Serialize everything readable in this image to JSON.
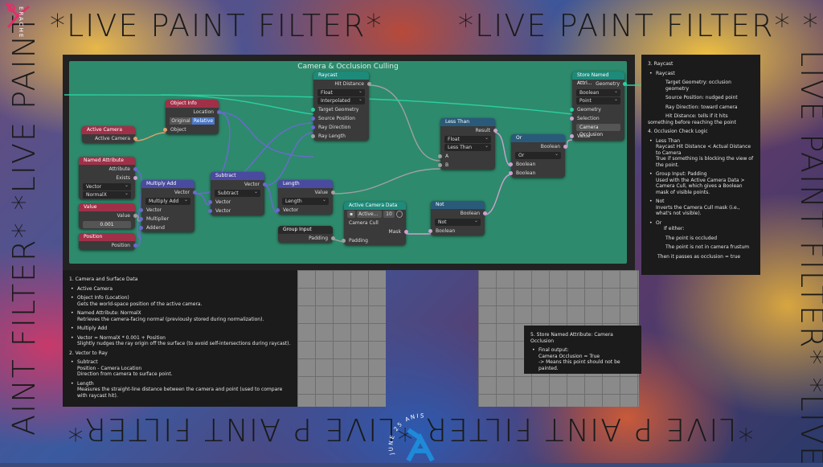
{
  "banners": {
    "top_left": "*LIVE PAINT FILTER*",
    "top_right": "*LIVE PAINT FILTER* *",
    "bottom": "*LIVE P AINT FILTER *LIVE P AINT FILTER*",
    "left": "AINT FILTER* *LIVE PAINT",
    "right": "LIVE PAINT FILTER* *LIVE"
  },
  "signature": "ERACHE",
  "logo_text": "JUNE 25 ANIS",
  "frame": {
    "title": "Camera & Occlusion Culling"
  },
  "nodes": {
    "active_camera": {
      "title": "Active Camera",
      "out": "Active Camera"
    },
    "object_info": {
      "title": "Object Info",
      "out_location": "Location",
      "seg_a": "Original",
      "seg_b": "Relative",
      "in_object": "Object"
    },
    "named_attribute": {
      "title": "Named Attribute",
      "out_attr": "Attribute",
      "out_exists": "Exists",
      "type": "Vector",
      "name": "NormalX"
    },
    "value": {
      "title": "Value",
      "out": "Value",
      "val": "0.001"
    },
    "position": {
      "title": "Position",
      "out": "Position"
    },
    "multiply_add": {
      "title": "Multiply Add",
      "out": "Vector",
      "mode": "Multiply Add",
      "in1": "Vector",
      "in2": "Multiplier",
      "in3": "Addend"
    },
    "subtract": {
      "title": "Subtract",
      "out": "Vector",
      "mode": "Subtract",
      "in1": "Vector",
      "in2": "Vector"
    },
    "length": {
      "title": "Length",
      "out": "Value",
      "mode": "Length",
      "in1": "Vector"
    },
    "group_input": {
      "title": "Group Input",
      "out": "Padding"
    },
    "raycast": {
      "title": "Raycast",
      "out_hit": "Hit Distance",
      "type": "Float",
      "interp": "Interpolated",
      "in1": "Target Geometry",
      "in2": "Source Position",
      "in3": "Ray Direction",
      "in4": "Ray Length"
    },
    "active_camera_data": {
      "title": "Active Camera Data",
      "sel": "Active...",
      "num": "10",
      "out_cull": "Camera Cull",
      "out_mask": "Mask",
      "in_pad": "Padding"
    },
    "less_than": {
      "title": "Less Than",
      "out": "Result",
      "type": "Float",
      "mode": "Less Than",
      "in_a": "A",
      "in_b": "B"
    },
    "not": {
      "title": "Not",
      "out": "Boolean",
      "mode": "Not",
      "in1": "Boolean"
    },
    "or": {
      "title": "Or",
      "out": "Boolean",
      "mode": "Or",
      "in1": "Boolean",
      "in2": "Boolean"
    },
    "store_named_attribute": {
      "title": "Store Named Attri...",
      "out": "Geometry",
      "type": "Boolean",
      "domain": "Point",
      "in_geo": "Geometry",
      "in_sel": "Selection",
      "name": "Camera Occlusion",
      "in_val": "Value"
    }
  },
  "notes_left": {
    "h1": "1. Camera and Surface Data",
    "i1": "Active Camera",
    "i2": "Object Info (Location)",
    "i2b": "Gets the world-space position of the active camera.",
    "i3": "Named Attribute: NormalX",
    "i3b": "Retrieves the camera-facing normal (previously stored during normalization).",
    "i4": "Multiply Add",
    "i5": "Vector = NormalX * 0.001 + Position",
    "i5b": "Slightly nudges the ray origin off the surface (to avoid self-intersections during raycast).",
    "h2": "2. Vector to Ray",
    "i6": "Subtract",
    "i6b": "Position - Camera Location",
    "i6c": "Direction from camera to surface point.",
    "i7": "Length",
    "i7b": "Measures the straight-line distance between the camera and point (used to compare with raycast hit)."
  },
  "notes_right": {
    "h3": "3. Raycast",
    "i1": "Raycast",
    "s1": "Target Geometry: occlusion geometry",
    "s2": "Source Position: nudged point",
    "s3": "Ray Direction: toward camera",
    "s4": "Hit Distance: tells if it hits something before reaching the point",
    "h4": "4. Occlusion Check Logic",
    "i2": "Less Than",
    "i2b": "Raycast Hit Distance < Actual Distance to Camera",
    "i2c": "True if something is blocking the view of the point.",
    "i3": "Group Input: Padding",
    "i3b": "Used with the Active Camera Data > Camera Cull, which gives a Boolean mask of visible points.",
    "i4": "Not",
    "i4b": "Inverts the Camera Cull mask (i.e., what's not visible).",
    "i5": "Or",
    "i5b": "If either:",
    "s5": "The point is occluded",
    "s6": "The point is not in camera frustum",
    "s7": "Then it passes as occlusion = true"
  },
  "notes_bottom": {
    "h5": "5. Store Named Attribute: Camera Occlusion",
    "i1": "Final output:",
    "i1b": "Camera Occlusion = True",
    "i1c": "-> Means this point should not be painted."
  }
}
